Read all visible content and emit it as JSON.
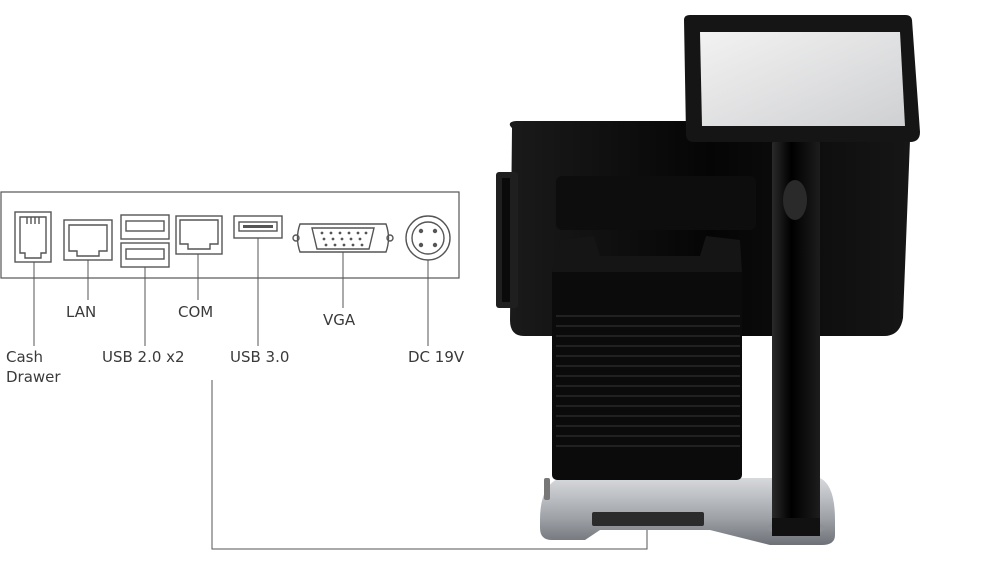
{
  "ports": {
    "cash_drawer": [
      "Cash",
      "Drawer"
    ],
    "lan": "LAN",
    "usb2": "USB 2.0 x2",
    "com": "COM",
    "usb3": "USB 3.0",
    "vga": "VGA",
    "dc": "DC 19V"
  }
}
